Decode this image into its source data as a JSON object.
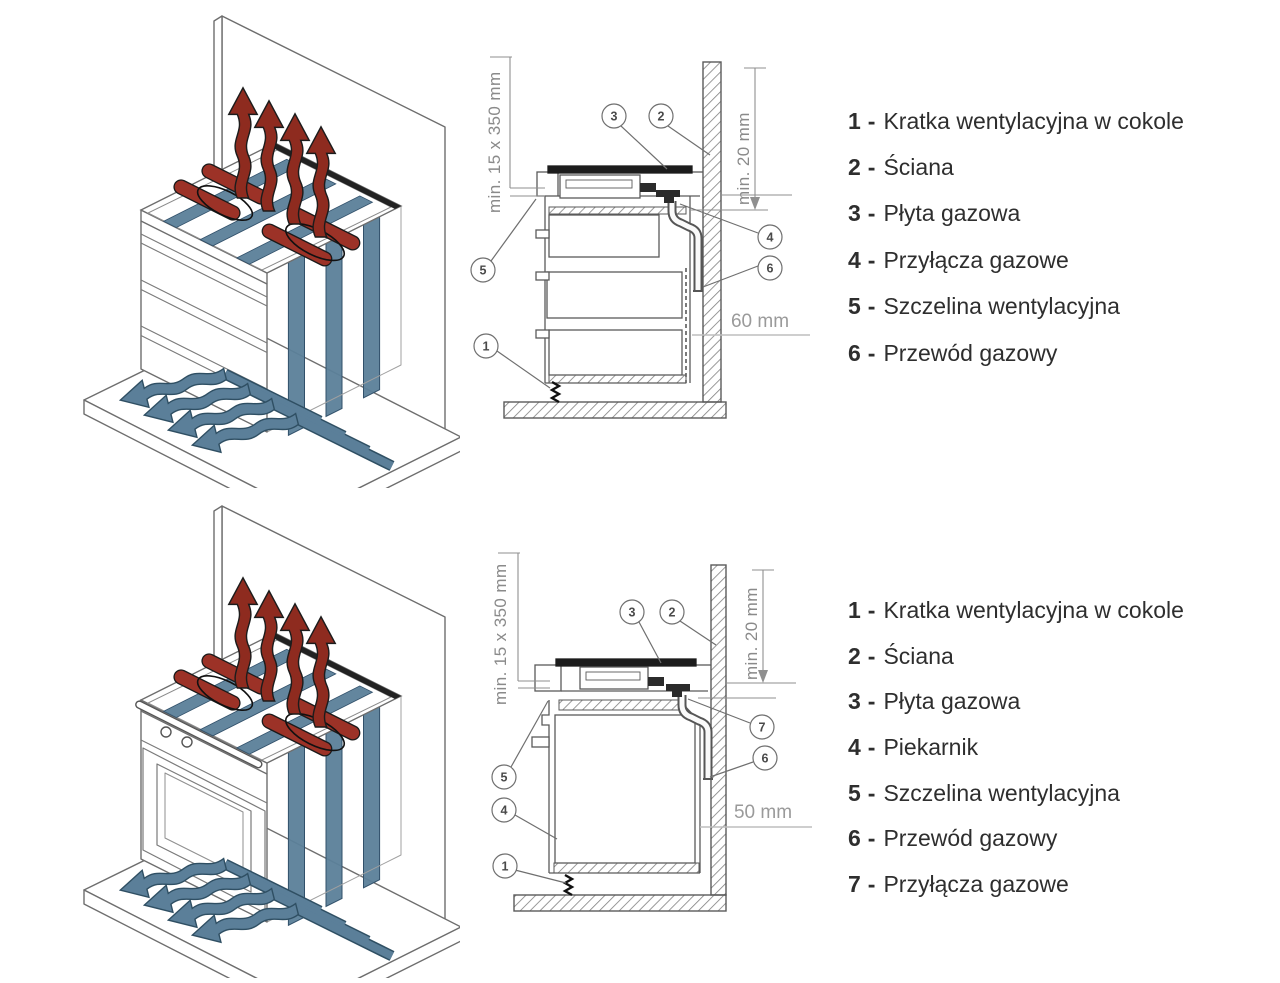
{
  "strings": {
    "legend_sep": "-"
  },
  "colors": {
    "hot_air": "#8e2b1f",
    "cool_air": "#5b7f99",
    "cool_air_edge": "#2f4f63",
    "drawing_line": "#5a5a5a",
    "dimension_text": "#8a8a8a",
    "hob_glass": "#1c1c1c",
    "legend_text": "#2e2e2e"
  },
  "rows": [
    {
      "title_hint": "hob-over-drawers",
      "section": {
        "dims": {
          "vent_slot": "min. 15 x 350 mm",
          "wall_gap": "min. 20 mm",
          "rear_gap": "60 mm"
        },
        "callouts": {
          "grille": "1",
          "wall": "2",
          "hob": "3",
          "gas_connection": "4",
          "vent_gap": "5",
          "gas_pipe": "6"
        }
      },
      "legend": [
        {
          "num": "1",
          "label": "Kratka wentylacyjna w cokole"
        },
        {
          "num": "2",
          "label": "Ściana"
        },
        {
          "num": "3",
          "label": "Płyta gazowa"
        },
        {
          "num": "4",
          "label": "Przyłącza gazowe"
        },
        {
          "num": "5",
          "label": "Szczelina wentylacyjna"
        },
        {
          "num": "6",
          "label": "Przewód gazowy"
        }
      ]
    },
    {
      "title_hint": "hob-over-oven",
      "section": {
        "dims": {
          "vent_slot": "min. 15 x 350 mm",
          "wall_gap": "min. 20 mm",
          "rear_gap": "50 mm"
        },
        "callouts": {
          "grille": "1",
          "wall": "2",
          "hob": "3",
          "oven": "4",
          "vent_gap": "5",
          "gas_pipe": "6",
          "gas_connection": "7"
        }
      },
      "legend": [
        {
          "num": "1",
          "label": "Kratka wentylacyjna w cokole"
        },
        {
          "num": "2",
          "label": "Ściana"
        },
        {
          "num": "3",
          "label": "Płyta gazowa"
        },
        {
          "num": "4",
          "label": "Piekarnik"
        },
        {
          "num": "5",
          "label": "Szczelina wentylacyjna"
        },
        {
          "num": "6",
          "label": "Przewód gazowy"
        },
        {
          "num": "7",
          "label": "Przyłącza gazowe"
        }
      ]
    }
  ]
}
